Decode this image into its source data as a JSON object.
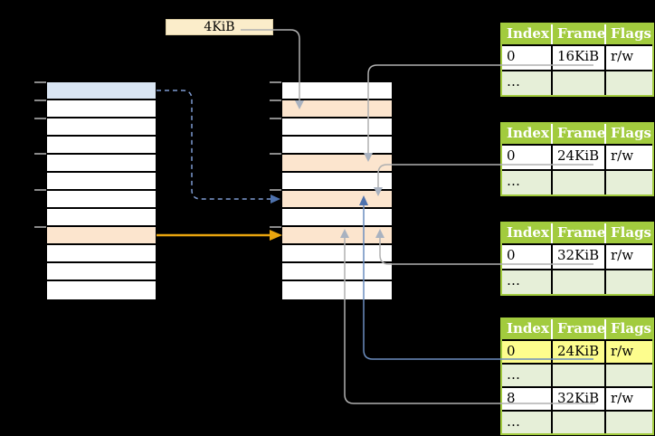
{
  "colors": {
    "bg": "#000000",
    "table_green": "#A2CB3E",
    "row_light_green": "#E6EFD8",
    "highlight_yellow": "#FDFD8D",
    "cell_white": "#FFFFFF",
    "page_blue": "#D9E5F3",
    "frame_orange": "#FCE5CE",
    "label_box_fill": "#FBEDCA",
    "label_box_border": "#DECFA4",
    "line_gray": "#B0B0B0",
    "head_gray": "#A9B2C0",
    "line_blue": "#6C8EBF",
    "head_blue": "#4E72AE",
    "dash_blue": "#7E9BD1",
    "arrow_orange": "#EAA50E",
    "tick_gray": "#8A8A8A"
  },
  "frame_size_label": "4KiB",
  "ellipsis": "…",
  "page_tables": [
    {
      "headers": [
        "Index",
        "Frame",
        "Flags"
      ],
      "rows": [
        {
          "index": "0",
          "frame": "16KiB",
          "flags": "r/w"
        },
        {
          "index": "…",
          "frame": "",
          "flags": ""
        }
      ]
    },
    {
      "headers": [
        "Index",
        "Frame",
        "Flags"
      ],
      "rows": [
        {
          "index": "0",
          "frame": "24KiB",
          "flags": "r/w"
        },
        {
          "index": "…",
          "frame": "",
          "flags": ""
        }
      ]
    },
    {
      "headers": [
        "Index",
        "Frame",
        "Flags"
      ],
      "rows": [
        {
          "index": "0",
          "frame": "32KiB",
          "flags": "r/w"
        },
        {
          "index": "…",
          "frame": "",
          "flags": ""
        }
      ]
    },
    {
      "headers": [
        "Index",
        "Frame",
        "Flags"
      ],
      "rows": [
        {
          "index": "0",
          "frame": "24KiB",
          "flags": "r/w",
          "highlighted": true
        },
        {
          "index": "…",
          "frame": "",
          "flags": ""
        },
        {
          "index": "8",
          "frame": "32KiB",
          "flags": "r/w"
        },
        {
          "index": "…",
          "frame": "",
          "flags": ""
        }
      ]
    }
  ]
}
